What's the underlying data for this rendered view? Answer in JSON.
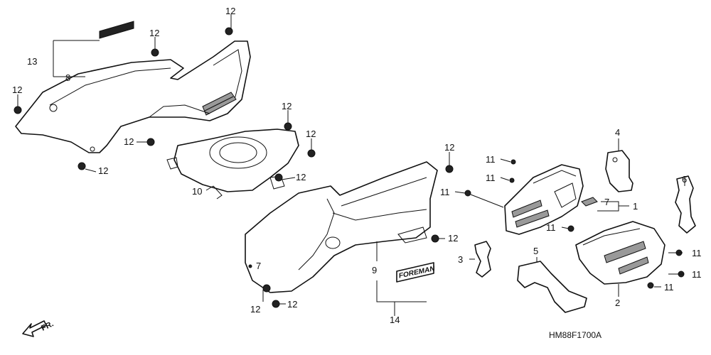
{
  "diagram": {
    "code": "HM88F1700A",
    "direction_label": "FR.",
    "emblem_text": "FOREMAN",
    "part_labels": {
      "l1": "1",
      "l2": "2",
      "l3": "3",
      "l4": "4",
      "l5": "5",
      "l6": "6",
      "l7a": "7",
      "l7b": "7",
      "l8": "8",
      "l9": "9",
      "l10": "10",
      "l11a": "11",
      "l11b": "11",
      "l11c": "11",
      "l11d": "11",
      "l11e": "11",
      "l11f": "11",
      "l11g": "11",
      "l12a": "12",
      "l12b": "12",
      "l12c": "12",
      "l12d": "12",
      "l12e": "12",
      "l12f": "12",
      "l12g": "12",
      "l12h": "12",
      "l12i": "12",
      "l12j": "12",
      "l12k": "12",
      "l12l": "12",
      "l13": "13",
      "l14": "14"
    }
  }
}
